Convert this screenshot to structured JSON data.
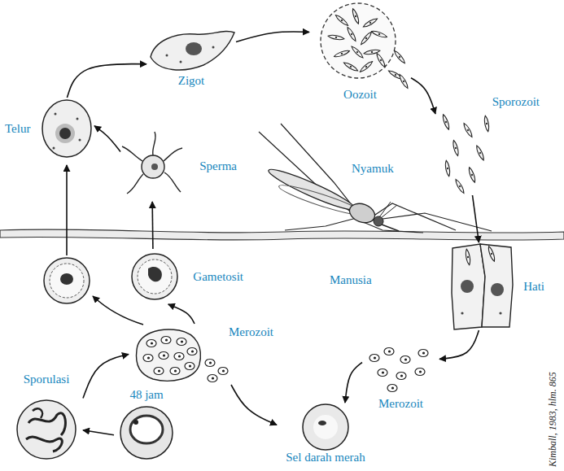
{
  "diagram": {
    "nodes": [
      {
        "text": [
          "Telur"
        ]
      },
      {
        "text": [
          "Zigot"
        ]
      },
      {
        "text": [
          "Oozoit"
        ]
      },
      {
        "text": [
          "Sporozoit"
        ]
      },
      {
        "text": [
          "Sperma"
        ]
      },
      {
        "text": [
          "Gametosit"
        ]
      },
      {
        "text": [
          "Hati"
        ]
      },
      {
        "text": [
          "Merozoit"
        ]
      },
      {
        "text": [
          "Sel darah merah"
        ]
      },
      {
        "text": [
          "Merozoit"
        ]
      },
      {
        "text": [
          "48 jam"
        ]
      },
      {
        "text": [
          "Sporulasi"
        ]
      }
    ],
    "edges": [
      {
        "from": 1,
        "to": 2,
        "arrow": "to"
      },
      {
        "from": 2,
        "to": 3,
        "arrow": "to"
      },
      {
        "from": 3,
        "to": 6,
        "arrow": "to"
      },
      {
        "from": 6,
        "to": 7,
        "arrow": "to"
      },
      {
        "from": 7,
        "to": 8,
        "arrow": "to"
      },
      {
        "from": 10,
        "to": 11,
        "arrow": "to"
      },
      {
        "from": 11,
        "to": 9,
        "arrow": "to"
      },
      {
        "from": 9,
        "to": 8,
        "arrow": "to"
      },
      {
        "from": 9,
        "to": 5,
        "arrow": "to"
      },
      {
        "from": 5,
        "to": 4,
        "arrow": "to"
      },
      {
        "from": 4,
        "to": 0,
        "arrow": "to"
      },
      {
        "from": 0,
        "to": 1,
        "arrow": "to"
      }
    ],
    "labels": [
      "Nyamuk",
      "Manusia",
      "Kimball, 1983, hlm. 865"
    ]
  }
}
